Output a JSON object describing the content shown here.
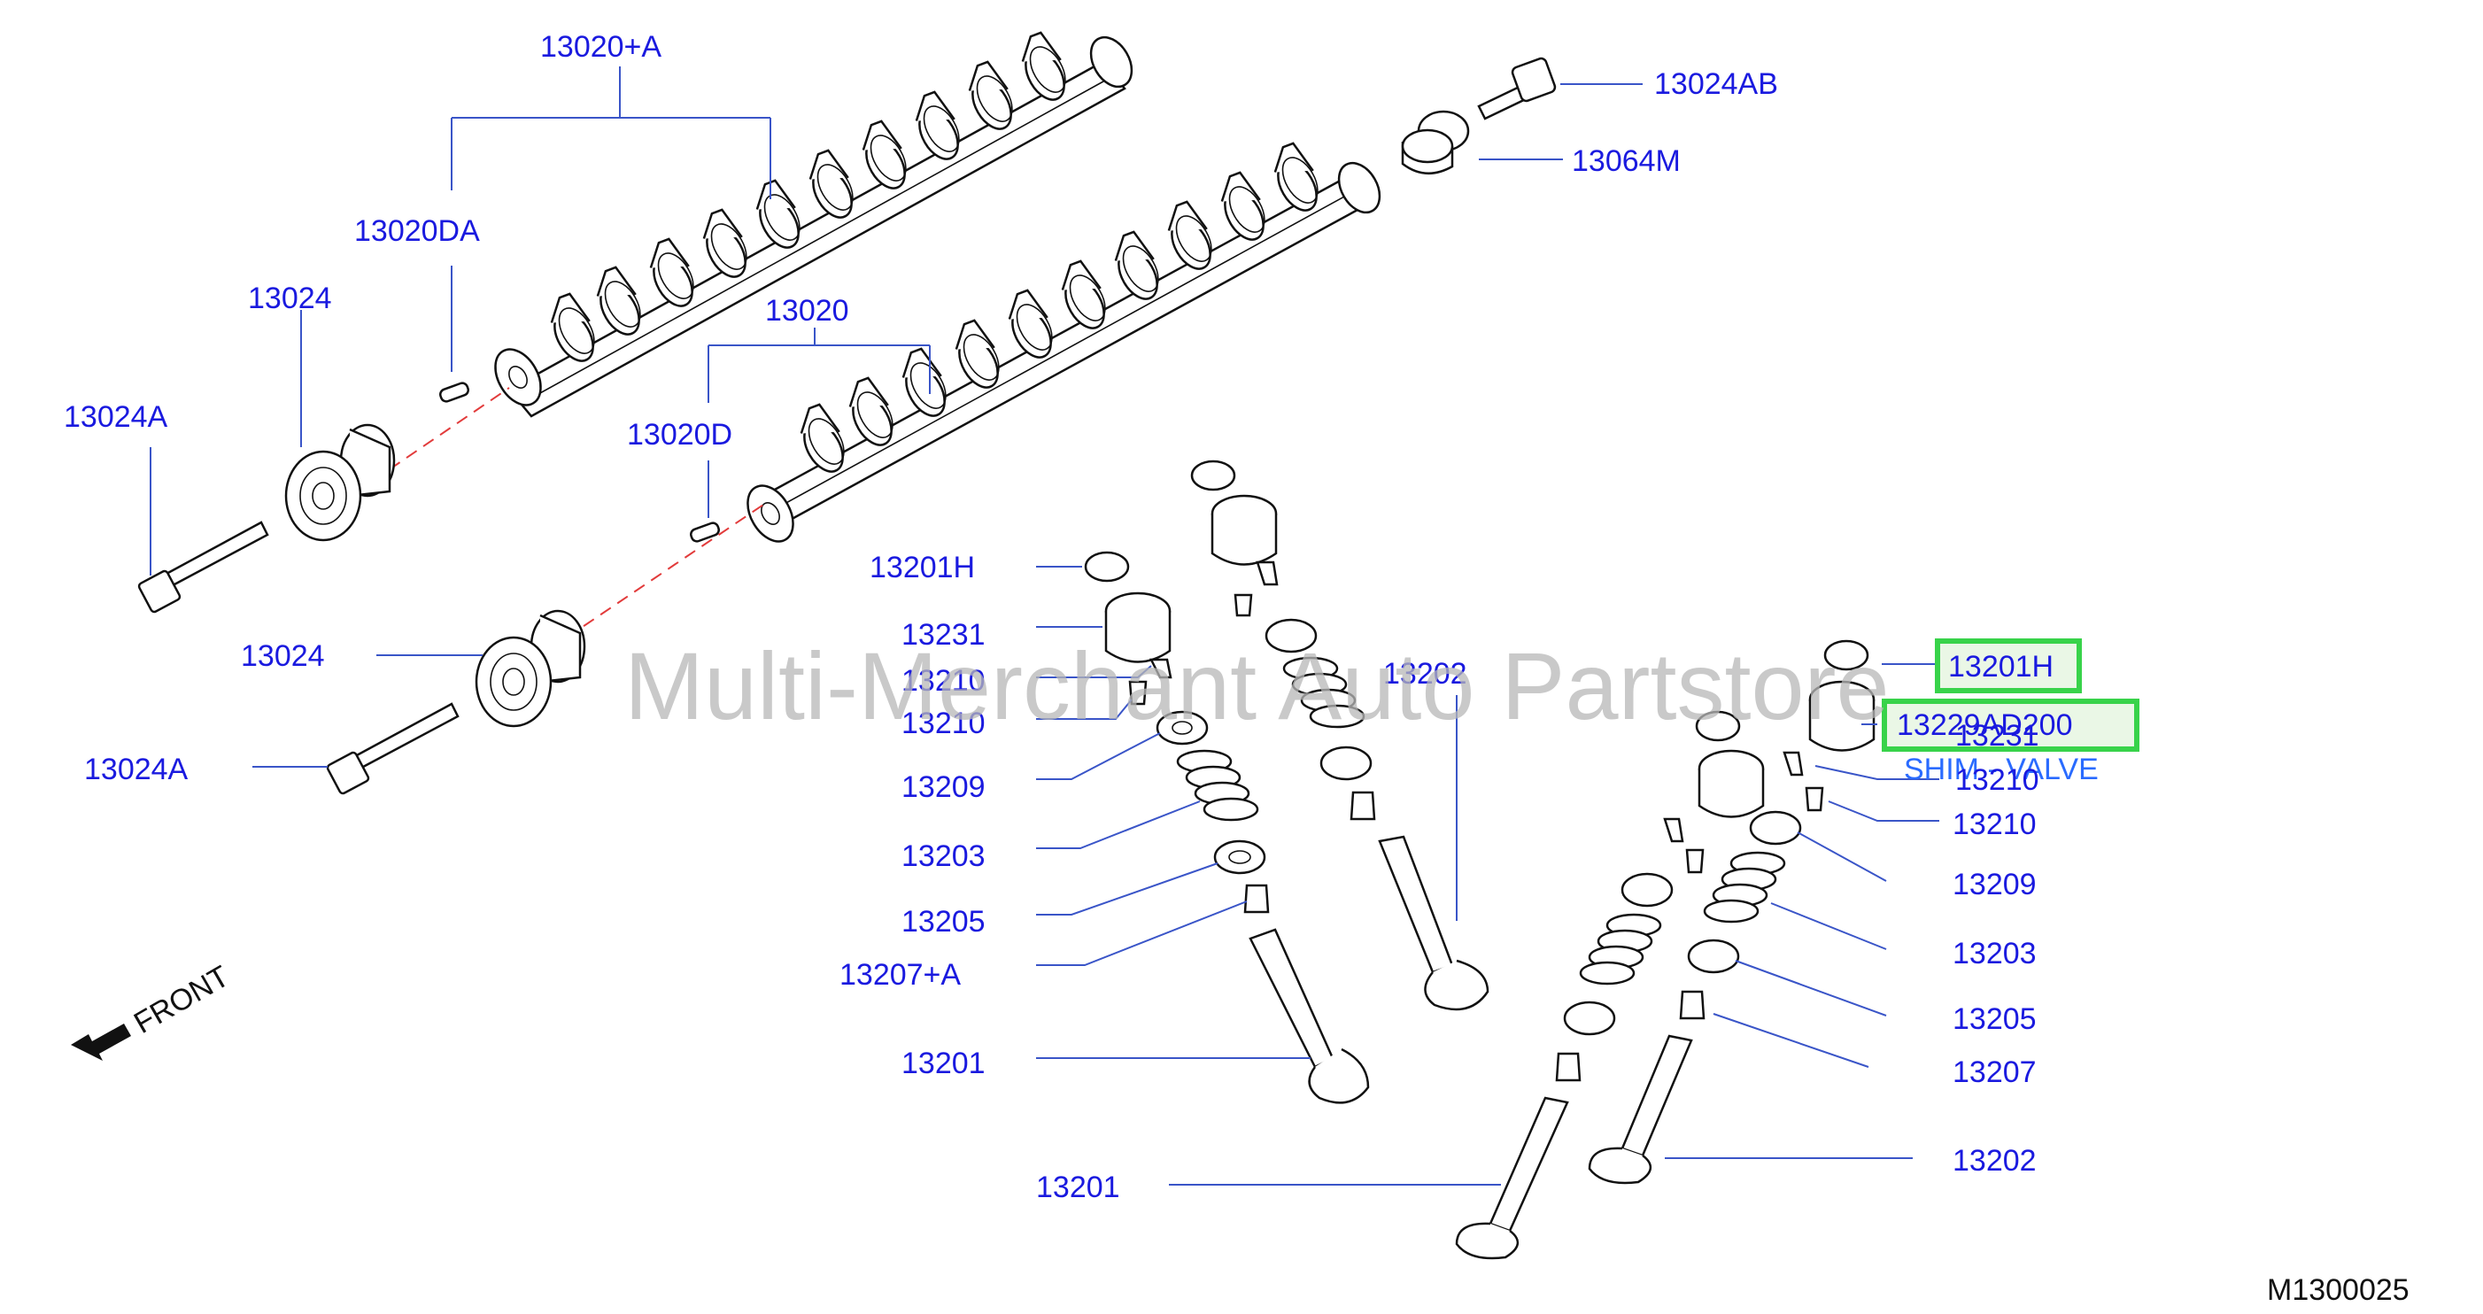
{
  "labels": {
    "cam_assy_plus_a": "13020+A",
    "cam_plug_upper": "13020DA",
    "sprocket_upper": "13024",
    "bolt_upper": "13024A",
    "cam_assy": "13020",
    "cam_plug_lower": "13020D",
    "sprocket_lower": "13024",
    "bolt_lower": "13024A",
    "cap_bolt": "13024AB",
    "cam_cap": "13064M",
    "left_shim": "13201H",
    "left_lifter": "13231",
    "left_collet_a": "13210",
    "left_collet_b": "13210",
    "left_retainer": "13209",
    "left_spring": "13203",
    "left_seat": "13205",
    "left_seal": "13207+A",
    "left_valve": "13201",
    "center_valve": "13202",
    "lower_valve": "13201",
    "right_shim": "13201H",
    "right_lifter_part": "13229AD200",
    "right_lifter_behind": "13231",
    "right_lifter_sub": "SHIM - VALVE",
    "right_collet_a": "13210",
    "right_collet_b": "13210",
    "right_retainer": "13209",
    "right_spring": "13203",
    "right_seat": "13205",
    "right_seal": "13207",
    "right_valve": "13202"
  },
  "front_label": "FRONT",
  "diagram_code": "M1300025",
  "watermark": "Multi-Merchant Auto Partstore",
  "highlight_color": "#38d34a",
  "label_color": "#1a1adf",
  "icons": {
    "front_arrow": "arrow-left-down-icon"
  }
}
